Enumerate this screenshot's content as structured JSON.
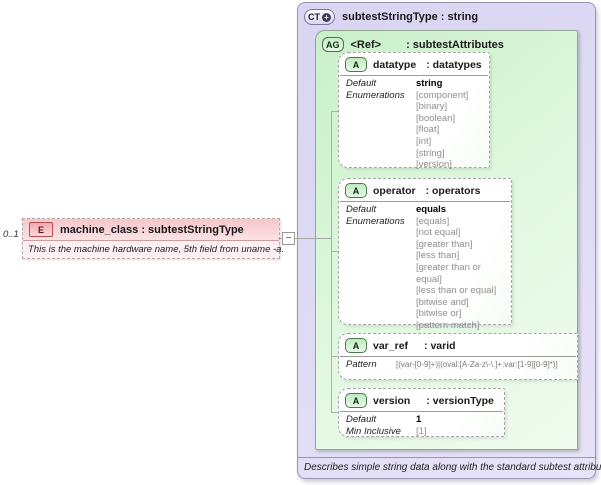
{
  "palette": {
    "complex_type_fill": "#dcd8f3",
    "attribute_group_fill": "#ccf1cb",
    "element_fill": "#f6c9ce",
    "connector_gray": "#a8a8a8"
  },
  "element": {
    "cardinality": "0..1",
    "icon": "E",
    "title": "machine_class : subtestStringType",
    "annotation": "This is the machine hardware name, 5th field from uname -a."
  },
  "connector": {
    "toggle": "−"
  },
  "complex_type": {
    "icon": "CT",
    "icon_plus": "+",
    "title": "subtestStringType : string",
    "footer": "Describes simple string data along with the standard subtest attributes.",
    "attribute_group": {
      "icon": "AG",
      "ref": "<Ref>",
      "type_label": ": subtestAttributes",
      "attributes": [
        {
          "icon": "A",
          "name": "datatype",
          "type_label": ": datatypes",
          "rows": [
            {
              "label": "Default",
              "value": "string"
            },
            {
              "label": "Enumerations",
              "values": [
                "[component]",
                "[binary]",
                "[boolean]",
                "[float]",
                "[int]",
                "[string]",
                "[version]"
              ]
            }
          ]
        },
        {
          "icon": "A",
          "name": "operator",
          "type_label": ": operators",
          "rows": [
            {
              "label": "Default",
              "value": "equals"
            },
            {
              "label": "Enumerations",
              "values": [
                "[equals]",
                "[not equal]",
                "[greater than]",
                "[less than]",
                "[greater than or equal]",
                "[less than or equal]",
                "[bitwise and]",
                "[bitwise or]",
                "[pattern match]"
              ]
            }
          ]
        },
        {
          "icon": "A",
          "name": "var_ref",
          "type_label": ": varid",
          "rows": [
            {
              "label": "Pattern",
              "value": "[(var-[0-9]+)|(oval:[A-Za-z\\-\\.]+:var:[1-9][0-9]*)]"
            }
          ]
        },
        {
          "icon": "A",
          "name": "version",
          "type_label": ": versionType",
          "rows": [
            {
              "label": "Default",
              "value": "1"
            },
            {
              "label": "Min Inclusive",
              "value": "[1]"
            }
          ]
        }
      ]
    }
  }
}
